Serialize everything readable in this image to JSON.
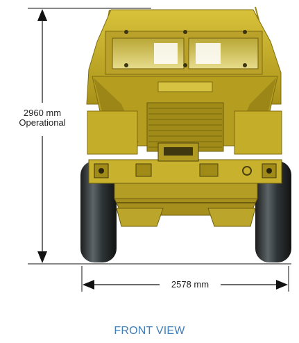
{
  "dimensions": {
    "height_value": "2960 mm",
    "height_note": "Operational",
    "width_value": "2578 mm"
  },
  "caption": "FRONT VIEW",
  "colors": {
    "body": "#c9b22a",
    "body_shadow": "#8d7a14",
    "tire": "#2d2d2d",
    "caption": "#3f7eb8",
    "dimension_line": "#111111"
  }
}
